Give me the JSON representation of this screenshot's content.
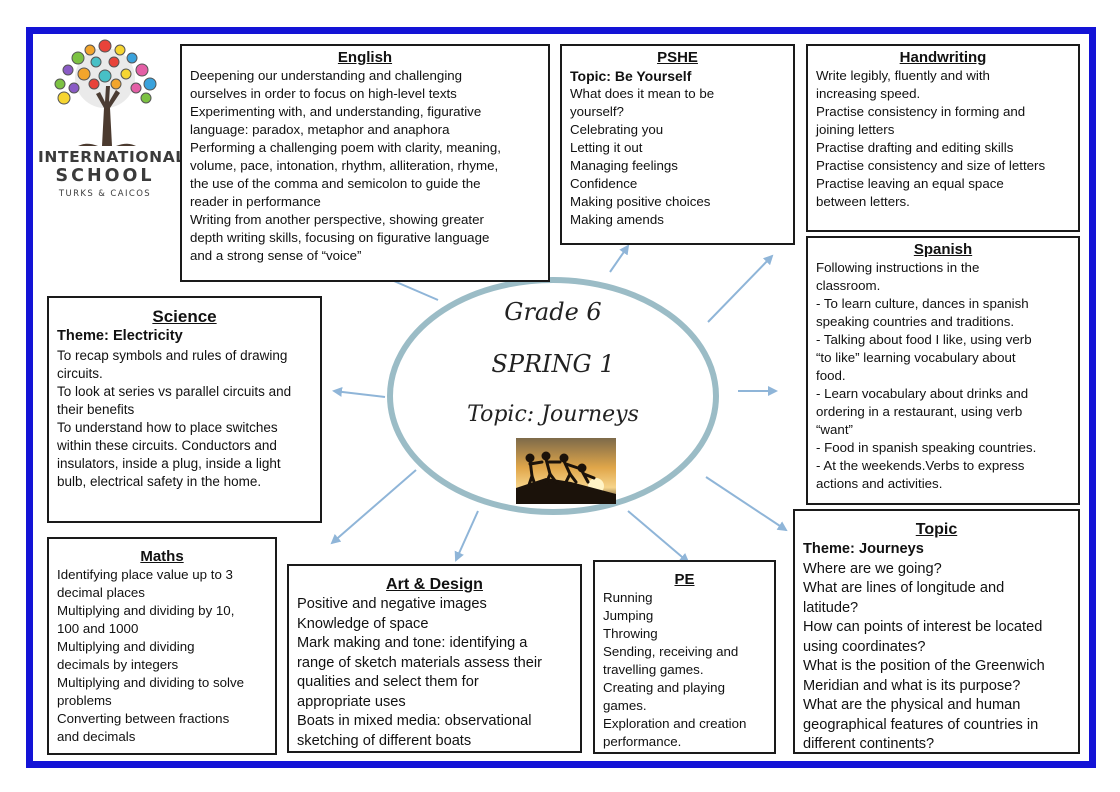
{
  "logo": {
    "line1": "INTERNATIONAL",
    "line2": "SCHOOL",
    "line3": "TURKS & CAICOS",
    "colors": [
      "#e8433a",
      "#f2a52c",
      "#f6d531",
      "#7cc242",
      "#3aa2dc",
      "#8a5bc5",
      "#e35fa6",
      "#47c0c6"
    ]
  },
  "center": {
    "grade": "Grade 6",
    "term": "SPRING 1",
    "topic": "Topic: Journeys",
    "ellipse_color": "#9bbcc6",
    "image": "silhouette-team-climbing-sunset"
  },
  "english": {
    "title": "English",
    "lines": [
      "Deepening our understanding and challenging",
      "ourselves in order to focus on  high-level texts",
      "Experimenting with, and understanding, figurative",
      "language: paradox, metaphor and anaphora",
      "Performing a challenging poem with clarity, meaning,",
      "volume, pace, intonation, rhythm, alliteration, rhyme,",
      "the use of the comma and semicolon to guide the",
      "reader in performance",
      "Writing from another perspective, showing greater",
      "depth writing  skills, focusing on figurative language",
      "and a strong sense of “voice”"
    ]
  },
  "pshe": {
    "title": "PSHE",
    "subtitle": "Topic: Be Yourself",
    "lines": [
      "What does it mean  to be",
      "yourself?",
      "Celebrating you",
      "Letting it out",
      "Managing feelings",
      "Confidence",
      "Making positive choices",
      "Making amends"
    ]
  },
  "handwriting": {
    "title": "Handwriting",
    "lines": [
      "Write legibly, fluently and with",
      "increasing speed.",
      "Practise consistency in forming and",
      "joining letters",
      "Practise drafting and editing skills",
      "Practise consistency and size of letters",
      "Practise leaving an equal space",
      "between letters."
    ]
  },
  "spanish": {
    "title": "Spanish",
    "lines": [
      "Following instructions in the",
      "classroom.",
      "- To learn culture, dances in spanish",
      "speaking countries and traditions.",
      "- Talking about food I like, using  verb",
      "“to like” learning vocabulary about",
      "food.",
      "- Learn vocabulary about drinks and",
      "ordering in a restaurant, using verb",
      "“want”",
      "- Food in spanish speaking countries.",
      "- At the weekends.Verbs to express",
      "actions and activities."
    ]
  },
  "science": {
    "title": "Science",
    "subtitle": "Theme: Electricity",
    "lines": [
      "To recap symbols and rules of drawing",
      "circuits.",
      "To look at series vs parallel circuits and",
      "their benefits",
      "To understand how to place switches",
      "within these circuits. Conductors and",
      "insulators, inside a plug, inside a light",
      "bulb, electrical safety in the home."
    ]
  },
  "maths": {
    "title": "Maths",
    "lines": [
      "Identifying place value up to 3",
      "decimal places",
      "Multiplying and dividing by 10,",
      "100 and 1000",
      "Multiplying and dividing",
      "decimals by integers",
      "Multiplying and dividing to solve",
      "problems",
      "Converting between fractions",
      "and decimals"
    ]
  },
  "art": {
    "title": "Art & Design",
    "lines": [
      "Positive and negative images",
      "Knowledge of space",
      "Mark making and tone: identifying a",
      "range of sketch materials assess their",
      "qualities and select them for",
      "appropriate uses",
      "Boats in mixed media: observational",
      "sketching of different boats"
    ]
  },
  "pe": {
    "title": "PE",
    "lines": [
      "Running",
      "Jumping",
      "Throwing",
      "Sending, receiving and",
      "travelling games.",
      "Creating and playing",
      "games.",
      "Exploration and creation",
      "performance."
    ]
  },
  "topic": {
    "title": "Topic",
    "subtitle": "Theme: Journeys",
    "lines": [
      "Where are we going?",
      "What are lines of longitude and",
      "latitude?",
      "How can points of interest be located",
      "using coordinates?",
      "What is the position of the Greenwich",
      "Meridian and what is its purpose?",
      "What are the physical and human",
      "geographical features of countries in",
      "different continents?"
    ]
  },
  "colors": {
    "frame": "#1313d6",
    "arrow": "#8fb5d8"
  }
}
